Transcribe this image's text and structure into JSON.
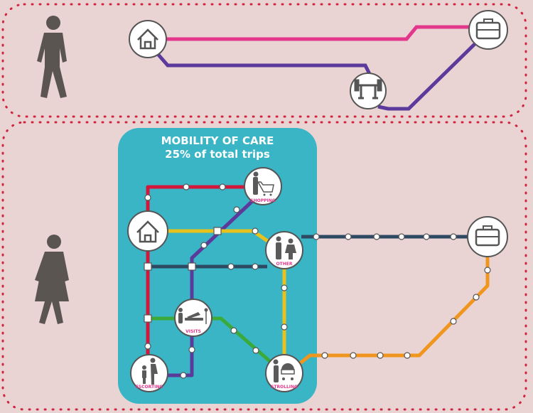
{
  "title": {
    "line1": "MOBILITY OF CARE",
    "line2": "25% of total trips"
  },
  "stations": {
    "shopping": "SHOPPING",
    "other": "OTHER",
    "visits": "VISITS",
    "escorting": "ESCORTING",
    "strolling": "STROLLING"
  },
  "colors": {
    "background": "#ead3d3",
    "panel": "#3ab5c6",
    "dashed_border": "#d0243f",
    "pink": "#e3378c",
    "purple": "#5b3a9b",
    "red": "#d2173a",
    "yellow": "#e7c21d",
    "navy": "#2e4a63",
    "green": "#3aab3a",
    "orange": "#f0961e",
    "icon": "#5a5a5a"
  }
}
